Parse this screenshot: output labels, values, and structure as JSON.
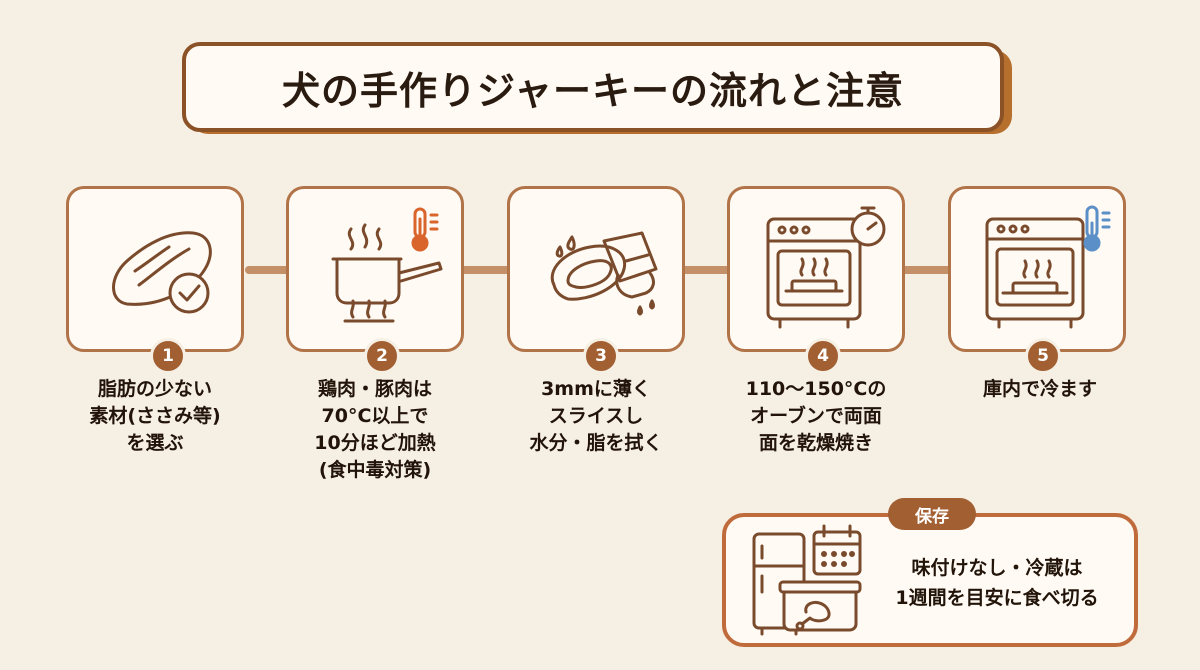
{
  "title": "犬の手作りジャーキーの流れと注意",
  "steps": [
    {
      "number": "1",
      "icon": "chicken-breast-check-icon",
      "lines": [
        "脂肪の少ない",
        "素材(ささみ等)",
        "を選ぶ"
      ]
    },
    {
      "number": "2",
      "icon": "boiling-pot-thermometer-icon",
      "lines": [
        "鶏肉・豚肉は",
        "70°C以上で",
        "10分ほど加熱",
        "(食中毒対策)"
      ]
    },
    {
      "number": "3",
      "icon": "wipe-meat-slice-icon",
      "lines": [
        "3mmに薄く",
        "スライスし",
        "水分・脂を拭く"
      ]
    },
    {
      "number": "4",
      "icon": "oven-timer-icon",
      "lines": [
        "110〜150°Cの",
        "オーブンで両面",
        "面を乾燥焼き"
      ]
    },
    {
      "number": "5",
      "icon": "oven-cool-thermometer-icon",
      "lines": [
        "庫内で冷ます"
      ]
    }
  ],
  "storage": {
    "tag": "保存",
    "icons": [
      "refrigerator-icon",
      "calendar-icon",
      "food-container-icon"
    ],
    "lines": [
      "味付けなし・冷蔵は",
      "1週間を目安に食べ切る"
    ]
  },
  "colors": {
    "background": "#f6efe4",
    "accent_brown": "#a25f32",
    "border_brown": "#b17348",
    "storage_border": "#c06b3b",
    "thermo_red": "#d9652d",
    "thermo_blue": "#5b8fc7"
  }
}
